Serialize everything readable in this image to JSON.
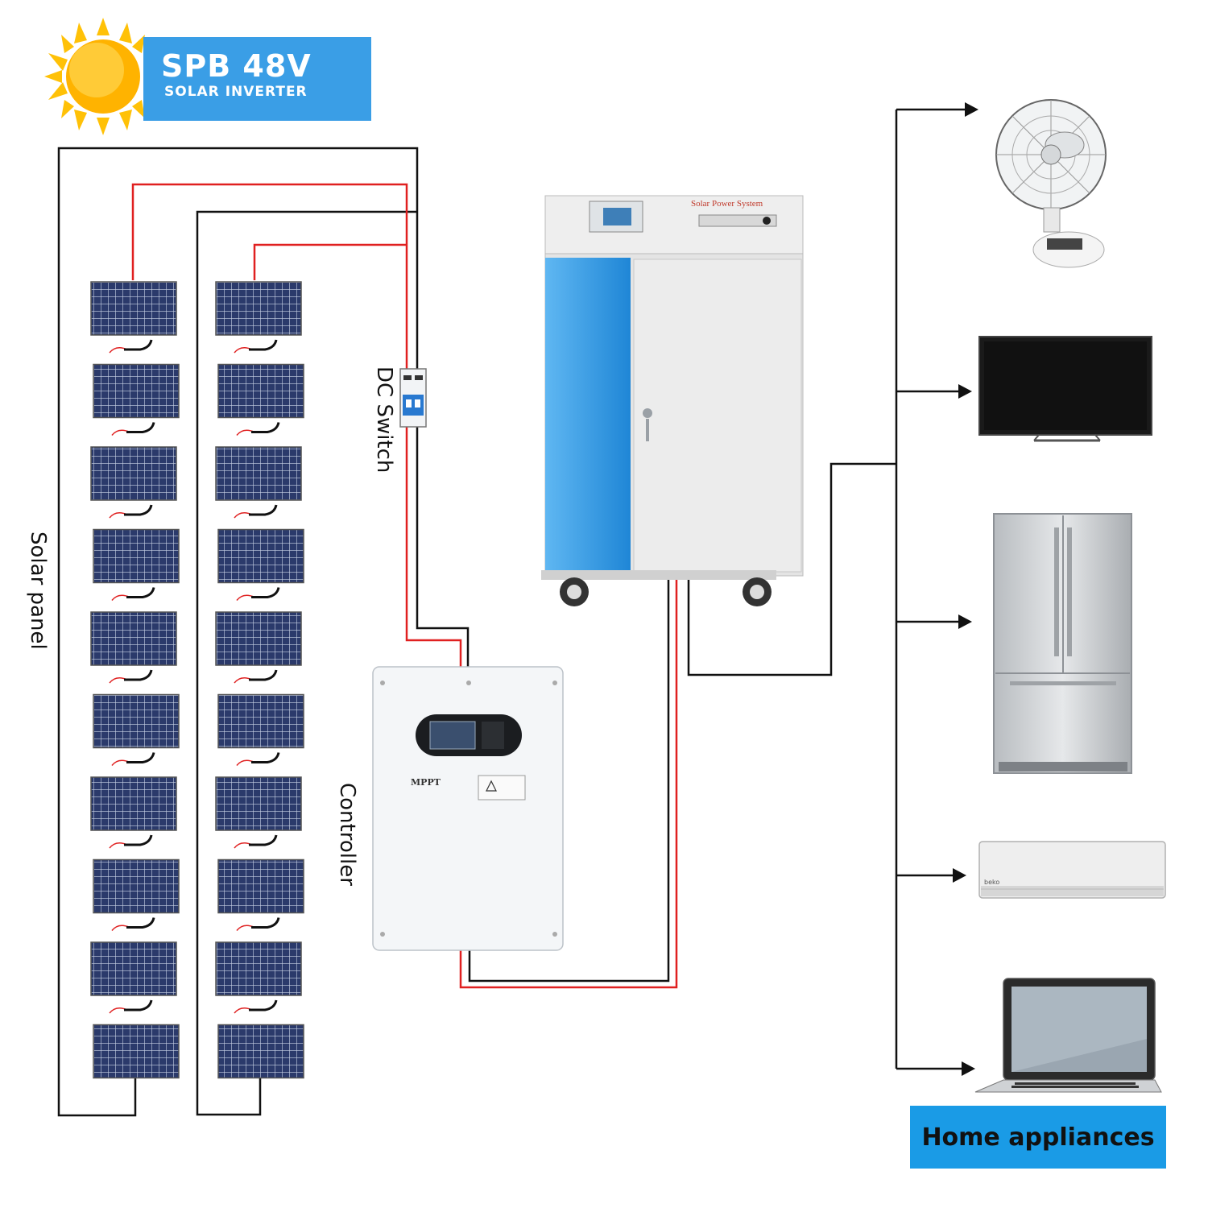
{
  "brand": {
    "title": "SPB 48V",
    "subtitle": "SOLAR INVERTER",
    "box_color": "#3a9ee6",
    "sun_color": "#ffc107"
  },
  "labels": {
    "solar_panel": "Solar panel",
    "dc_switch": "DC Switch",
    "controller": "Controller",
    "home_appliances": "Home appliances"
  },
  "inverter": {
    "panel_text": "Solar Power System",
    "accent_color": "#2a93df"
  },
  "controller_device": {
    "brand_text": "MPPT",
    "warning_text": "Warning"
  },
  "wires": {
    "positive_color": "#e02020",
    "negative_color": "#111111"
  },
  "appliances": [
    {
      "name": "fan-icon"
    },
    {
      "name": "tv-icon"
    },
    {
      "name": "refrigerator-icon"
    },
    {
      "name": "air-conditioner-icon"
    },
    {
      "name": "laptop-icon"
    }
  ],
  "solar_array": {
    "strings": 2,
    "panels_per_string": 10
  }
}
